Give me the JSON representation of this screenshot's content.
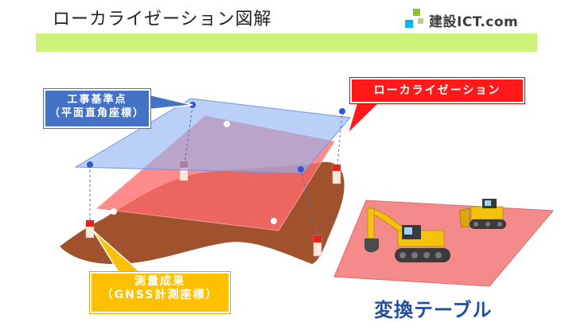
{
  "title": "ローカライゼーション図解",
  "brand": {
    "text": "建設ICT.com",
    "logo_name": "brand-logo-squares"
  },
  "callouts": {
    "local": {
      "line1": "工事基準点",
      "line2": "（平面直角座標）"
    },
    "localization": "ローカライゼーション",
    "survey": {
      "line1": "測量成果",
      "line2": "（GNSS計測座標）"
    }
  },
  "conversion_table": "変換テーブル",
  "colors": {
    "green_bar": "#ccf27a",
    "blue_plane": "#8fb3f0",
    "red_plane": "#ff6b6b",
    "earth": "#a0522d",
    "callout_blue": "#4472c4",
    "callout_red": "#ff1a1a",
    "callout_yellow": "#ffc000",
    "table_pink": "#f58a8a",
    "machine_yellow": "#f4c20d"
  },
  "icons": [
    "excavator-icon",
    "bulldozer-icon",
    "survey-stake-icon"
  ]
}
